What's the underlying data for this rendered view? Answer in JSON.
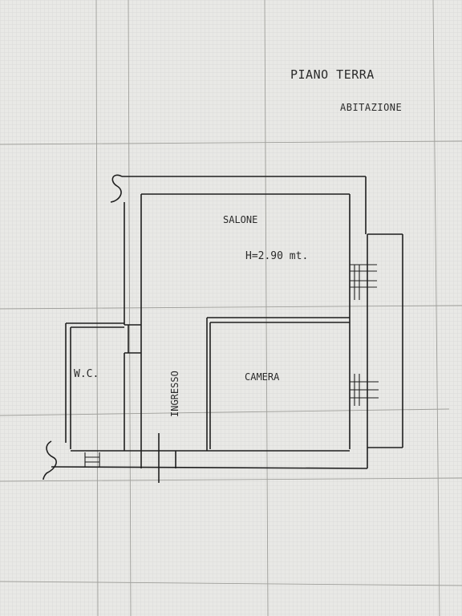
{
  "title": {
    "line1": "PIANO TERRA",
    "line2": "ABITAZIONE"
  },
  "rooms": {
    "salone": "SALONE",
    "height": "H=2.90 mt.",
    "camera": "CAMERA",
    "wc": "W.C.",
    "ingresso": "INGRESSO"
  },
  "colors": {
    "paper": "#e9e9e6",
    "grid_minor": "#c9c9c5",
    "grid_major": "#9b9b97",
    "ink": "#1f1f1f"
  }
}
